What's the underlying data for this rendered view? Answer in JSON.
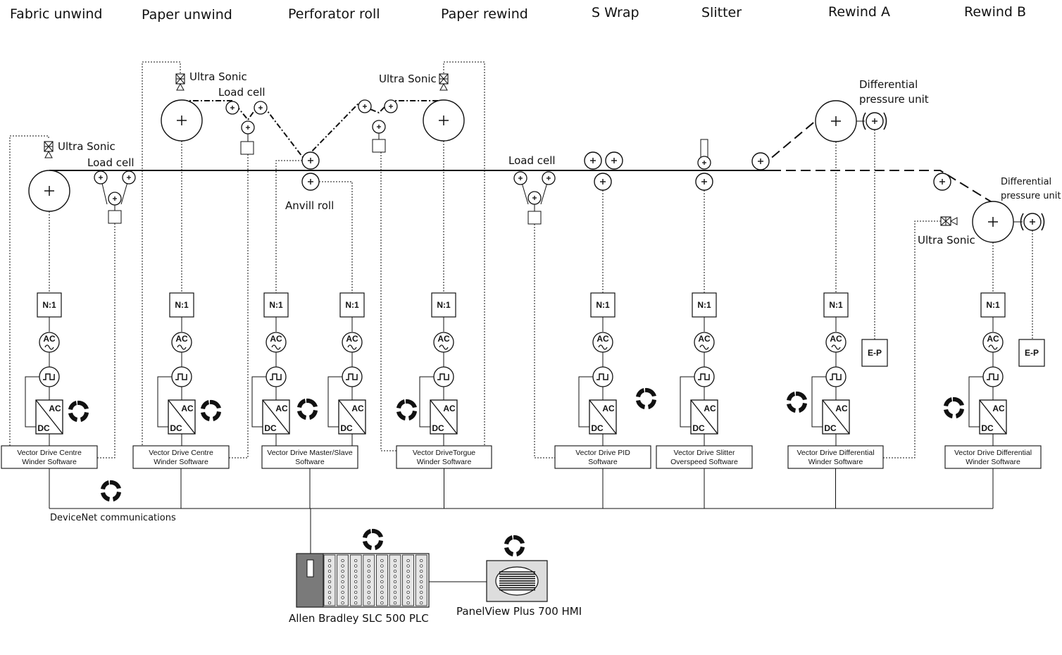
{
  "headers": [
    "Fabric unwind",
    "Paper unwind",
    "Perforator roll",
    "Paper rewind",
    "S Wrap",
    "Slitter",
    "Rewind A",
    "Rewind B"
  ],
  "labels": {
    "ultra_sonic": "Ultra Sonic",
    "load_cell": "Load cell",
    "anvill_roll": "Anvill roll",
    "differential": "Differential",
    "pressure_unit": "pressure unit",
    "ratio": "N:1",
    "ac": "AC",
    "dc": "DC",
    "ep": "E-P",
    "devicenet": "DeviceNet communications",
    "plc": "Allen Bradley SLC 500 PLC",
    "hmi": "PanelView Plus 700 HMI"
  },
  "drives": [
    {
      "line1": "Vector Drive Centre",
      "line2": "Winder Software"
    },
    {
      "line1": "Vector Drive Centre",
      "line2": "Winder Software"
    },
    {
      "line1": "Vector Drive Master/Slave",
      "line2": "Software"
    },
    {
      "line1": "Vector DriveTorgue",
      "line2": "Winder Software"
    },
    {
      "line1": "Vector Drive PID",
      "line2": "Software"
    },
    {
      "line1": "Vector Drive Slitter",
      "line2": "Overspeed Software"
    },
    {
      "line1": "Vector Drive Differential",
      "line2": "Winder Software"
    },
    {
      "line1": "Vector Drive Differential",
      "line2": "Winder Software"
    }
  ]
}
